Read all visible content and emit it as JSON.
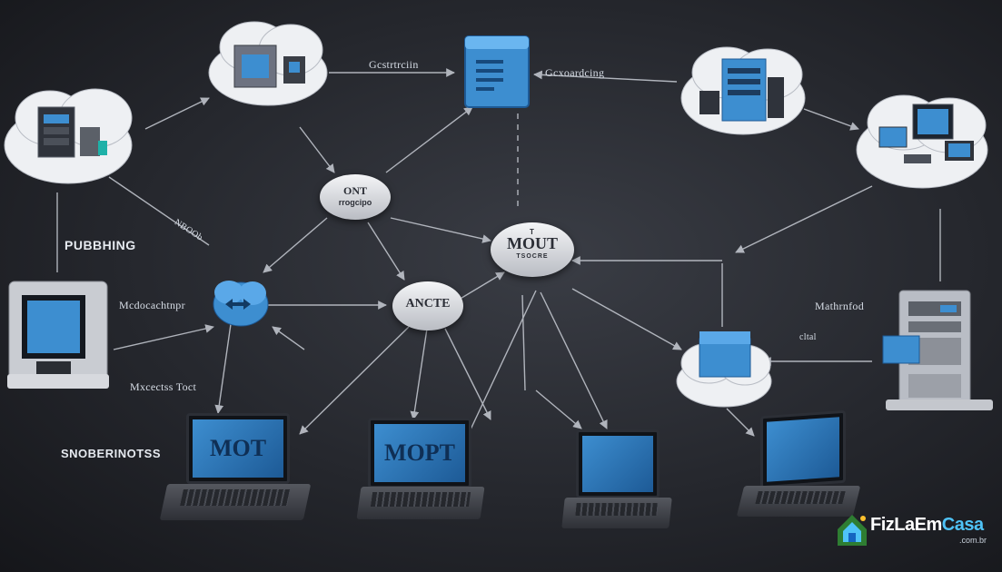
{
  "labels": {
    "top_center": "Gcstrtrciin",
    "top_right": "Gcxoardcing",
    "left_top": "PUBBHING",
    "left_diag": "NBOOb",
    "left_mid": "Mcdocachtnpr",
    "left_low": "Mxcectss Toct",
    "left_bottom": "SNOBERINOTSS",
    "right_mid": "Mathrnfod",
    "right_low": "cltal"
  },
  "pills": {
    "upper": {
      "line1": "ONT",
      "line2": "rrogcipo"
    },
    "center": {
      "line1": "MOUT",
      "line2": "TSOCRE",
      "prefix": "T"
    },
    "lower": {
      "line1": "ANCTE"
    }
  },
  "laptops": [
    {
      "screen": "MOT"
    },
    {
      "screen": "MOPT"
    },
    {
      "screen": ""
    },
    {
      "screen": ""
    }
  ],
  "brand": {
    "name_part1": "FizLaEm",
    "name_part2": "Casa",
    "tld": ".com.br"
  },
  "colors": {
    "accent_blue": "#3d8ed0",
    "cloud": "#eef0f3",
    "wire": "#c8ccd4",
    "brand_cyan": "#4fc3f7"
  }
}
